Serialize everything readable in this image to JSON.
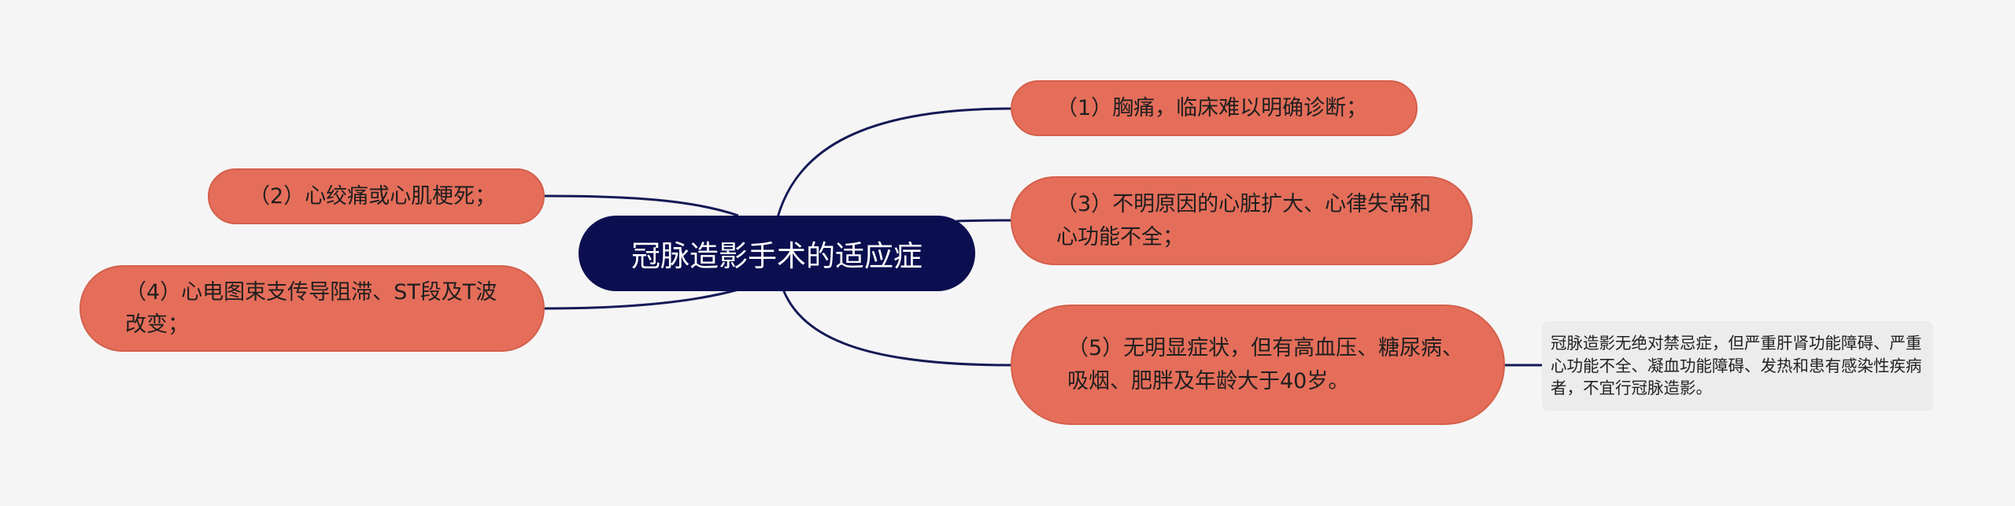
{
  "colors": {
    "background": "#f5f5f5",
    "central_fill": "#0b0f50",
    "branch_fill": "#e56e5a",
    "leaf_fill": "#ececec",
    "connector": "#141a55"
  },
  "central_topic": "冠脉造影手术的适应症",
  "branches": {
    "b1": "（1）胸痛，临床难以明确诊断；",
    "b2": "（2）心绞痛或心肌梗死；",
    "b3": "（3）不明原因的心脏扩大、心律失常和心功能不全；",
    "b4": "（4）心电图束支传导阻滞、ST段及T波改变；",
    "b5": "（5）无明显症状，但有高血压、糖尿病、吸烟、肥胖及年龄大于40岁。"
  },
  "leaf_note": "冠脉造影无绝对禁忌症，但严重肝肾功能障碍、严重心功能不全、凝血功能障碍、发热和患有感染性疾病者，不宜行冠脉造影。"
}
